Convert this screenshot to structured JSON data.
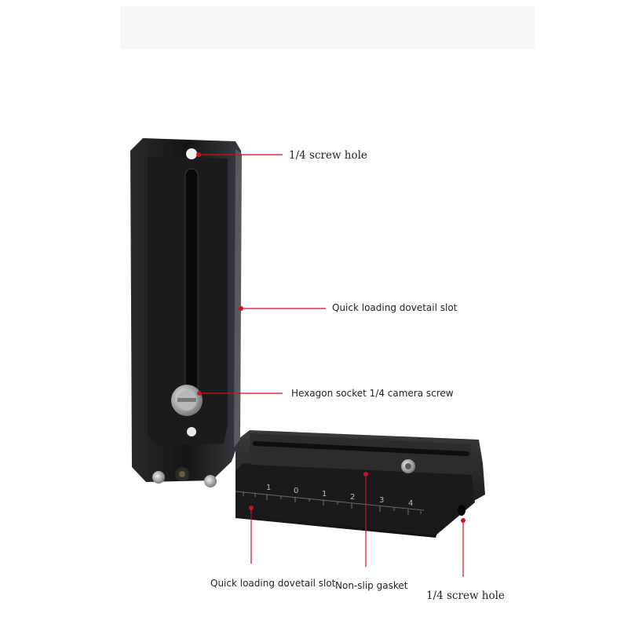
{
  "callouts": {
    "top_screw_hole": "1/4 screw hole",
    "vertical_dovetail": "Quick loading dovetail slot",
    "camera_screw": "Hexagon socket 1/4 camera screw",
    "bottom_dovetail": "Quick loading dovetail slot",
    "gasket": "Non-slip gasket",
    "bottom_screw_hole": "1/4 screw hole"
  },
  "scale_labels": [
    "1",
    "0",
    "1",
    "2",
    "3",
    "4"
  ],
  "colors": {
    "accent_red": "#c8102e",
    "metal": "#1c1c1e",
    "background": "#ffffff"
  }
}
